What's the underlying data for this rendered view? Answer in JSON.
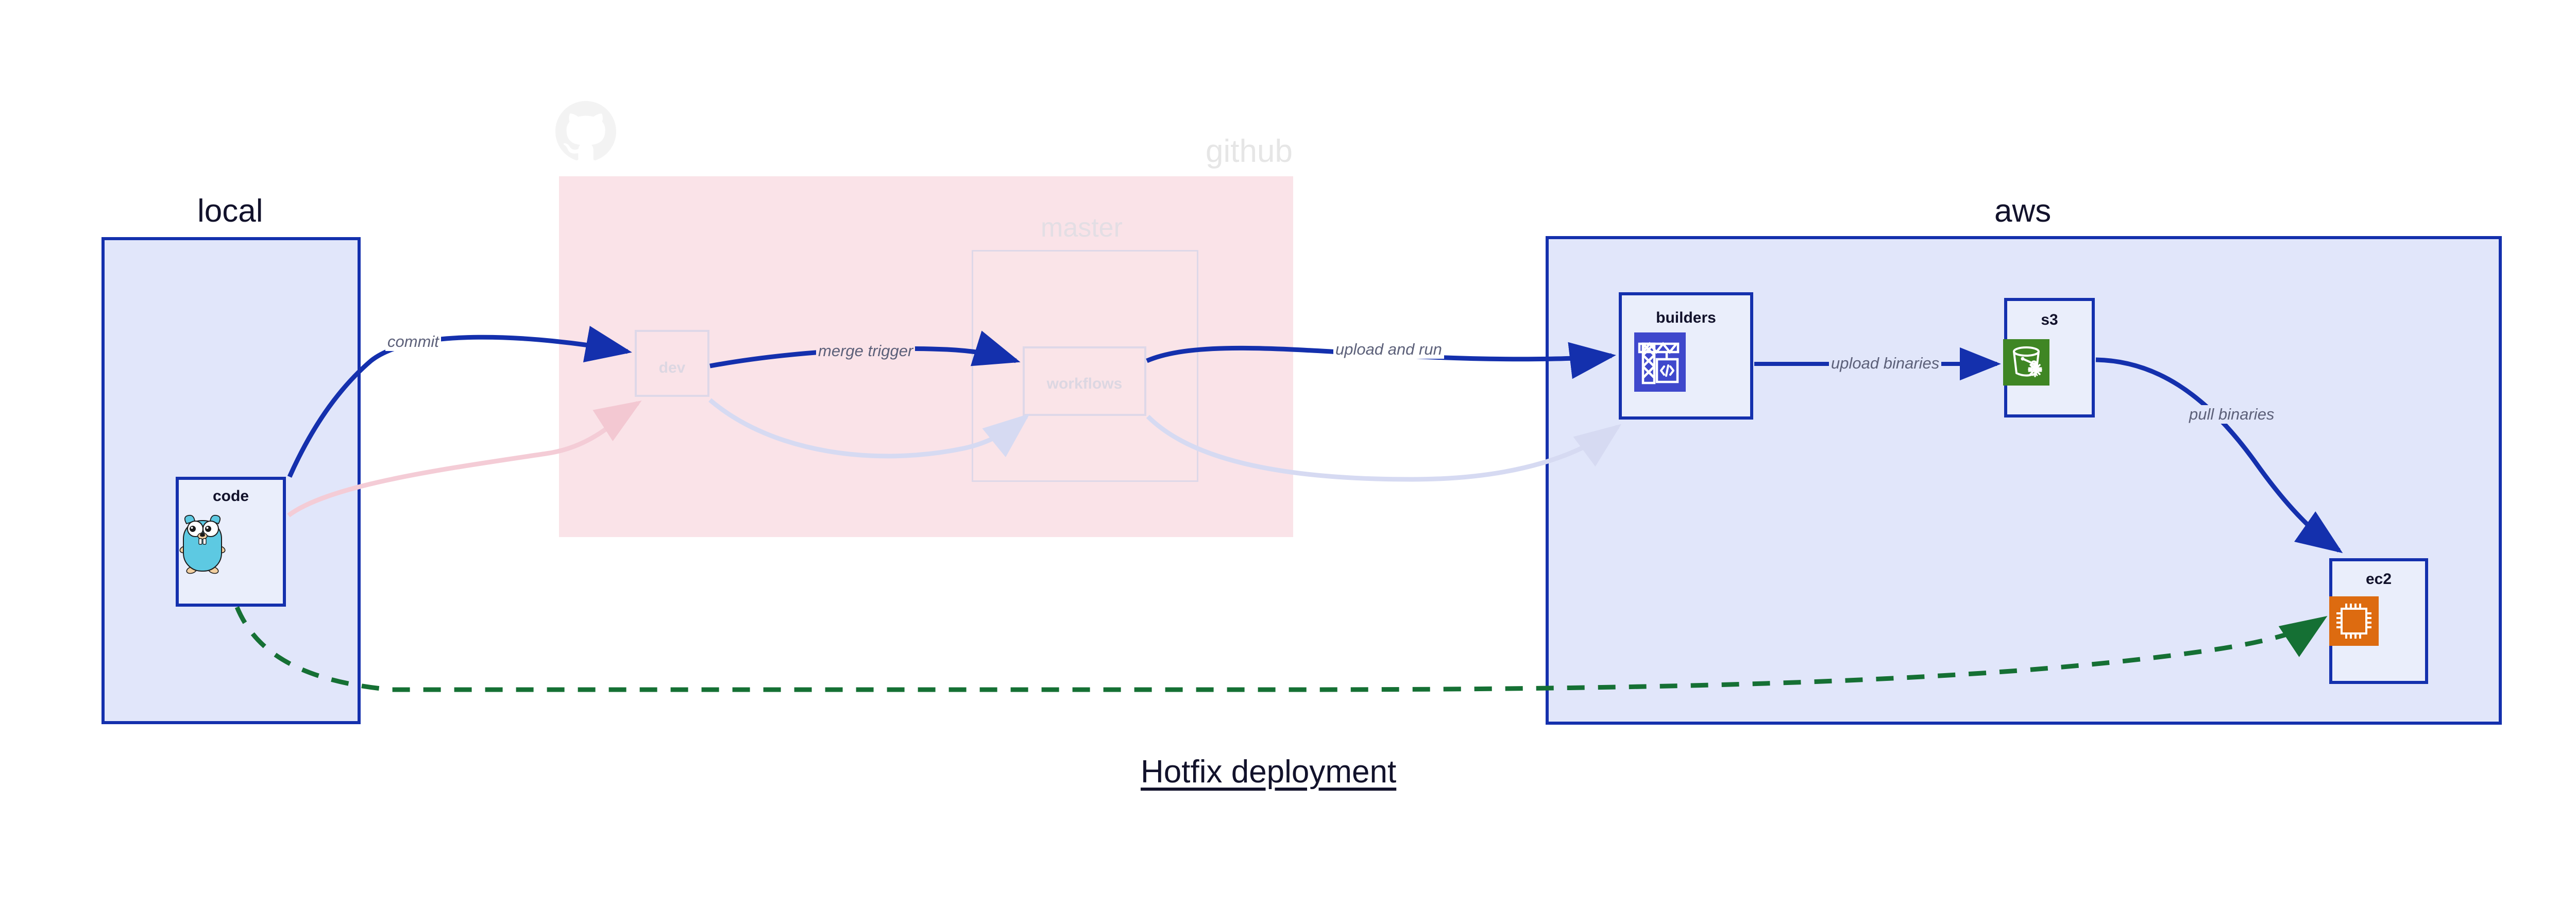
{
  "caption": "Hotfix deployment",
  "zones": {
    "local": {
      "label": "local"
    },
    "github": {
      "label": "github",
      "logo_icon": "github-octocat-logo"
    },
    "master": {
      "label": "master"
    },
    "aws": {
      "label": "aws"
    }
  },
  "nodes": {
    "code": {
      "label": "code",
      "icon": "go-gopher-icon"
    },
    "dev": {
      "label": "dev"
    },
    "workflows": {
      "label": "workflows"
    },
    "builders": {
      "label": "builders",
      "icon": "aws-codebuild-crane-icon"
    },
    "s3": {
      "label": "s3",
      "icon": "aws-s3-bucket-glacier-icon"
    },
    "ec2": {
      "label": "ec2",
      "icon": "aws-ec2-chip-icon"
    }
  },
  "edges": [
    {
      "id": "commit",
      "label": "commit",
      "from": "code",
      "to": "dev",
      "style": "solid-blue"
    },
    {
      "id": "merge-trigger",
      "label": "merge trigger",
      "from": "dev",
      "to": "workflows",
      "style": "solid-blue"
    },
    {
      "id": "upload-and-run",
      "label": "upload and run",
      "from": "workflows",
      "to": "builders",
      "style": "solid-blue"
    },
    {
      "id": "upload-binaries",
      "label": "upload binaries",
      "from": "builders",
      "to": "s3",
      "style": "solid-blue"
    },
    {
      "id": "pull-binaries",
      "label": "pull binaries",
      "from": "s3",
      "to": "ec2",
      "style": "solid-blue"
    },
    {
      "id": "hotfix-direct",
      "label": "",
      "from": "code",
      "to": "ec2",
      "style": "dashed-green"
    },
    {
      "id": "faded-code-dev",
      "label": "",
      "from": "code",
      "to": "dev",
      "style": "faded-pink"
    },
    {
      "id": "faded-dev-workflows",
      "label": "",
      "from": "dev",
      "to": "workflows",
      "style": "faded-lilac"
    },
    {
      "id": "faded-workflows-builders",
      "label": "",
      "from": "workflows",
      "to": "builders",
      "style": "faded-lilac"
    }
  ],
  "colors": {
    "accent_blue": "#1430ad",
    "zone_fill": "#e1e6fa",
    "github_fill": "#fae3e8",
    "node_fill": "#eaeefb",
    "dashed_green": "#157034",
    "label_gray": "#5c6079",
    "codebuild_blue": "#3f48cc",
    "s3_green": "#3f8624",
    "ec2_orange": "#dd6b10",
    "gopher_cyan": "#5dc9e2"
  }
}
